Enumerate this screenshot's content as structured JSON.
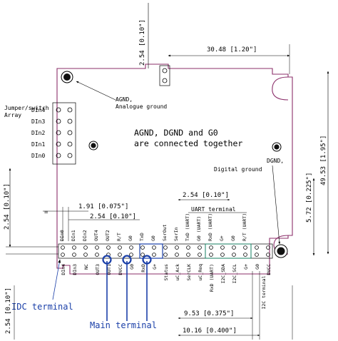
{
  "dimensions": {
    "top_offset": "2.54 [0.10\"]",
    "width_top": "30.48 [1.20\"]",
    "height_right": "49.53 [1.95\"]",
    "right_offset": "5.72 [0.225\"]",
    "left_offset": "2.54 [0.10\"]",
    "pitch_small": "1.91 [0.075\"]",
    "pitch_main": "2.54 [0.10\"]",
    "uart_pitch": "2.54 [0.10\"]",
    "bottom_left": "2.54 [0.10\"]",
    "bottom_mid": "9.53 [0.375\"]",
    "bottom_wide": "10.16 [0.400\"]"
  },
  "labels": {
    "agnd_title": "AGND,",
    "agnd_sub": "Analogue ground",
    "dgnd_title": "DGND,",
    "dgnd_sub": "Digital ground",
    "jumper_line1": "Jumper/switch",
    "jumper_line2": "Array",
    "connected_line1": "AGND, DGND and G0",
    "connected_line2": "are connected together",
    "uart_terminal": "UART terminal",
    "idc_terminal": "IDC terminal",
    "main_terminal": "Main terminal",
    "i2c_terminal": "I2C terminal"
  },
  "jumper_pins": [
    "DIn4",
    "DIn3",
    "DIn2",
    "DIn1",
    "DIn0"
  ],
  "top_row_pins": [
    "DIn0",
    "DIn1",
    "DIn2",
    "OUT4",
    "OUT2",
    "R/T",
    "G0",
    "TxD",
    "G0",
    "SerOut",
    "SerIn",
    "TxD (UART)",
    "G0 (UART)",
    "RxD (UART)",
    "G+",
    "G0",
    "R/T (UART)"
  ],
  "bottom_row_pins": [
    "DIn4",
    "DIn3",
    "NC",
    "OUT3",
    "OUT1",
    "DVCC",
    "G0",
    "RxD",
    "G+",
    "Status",
    "uC_Ack",
    "SerCLK",
    "uC_Req",
    "RxD (UART)",
    "I2C_SDA",
    "I2C_SCL",
    "G+",
    "G0",
    "DVCC"
  ],
  "colors": {
    "board_outline": "#8b2f6a",
    "main_terminal": "#1a3fa8",
    "uart_terminal": "#2b8a6e"
  }
}
